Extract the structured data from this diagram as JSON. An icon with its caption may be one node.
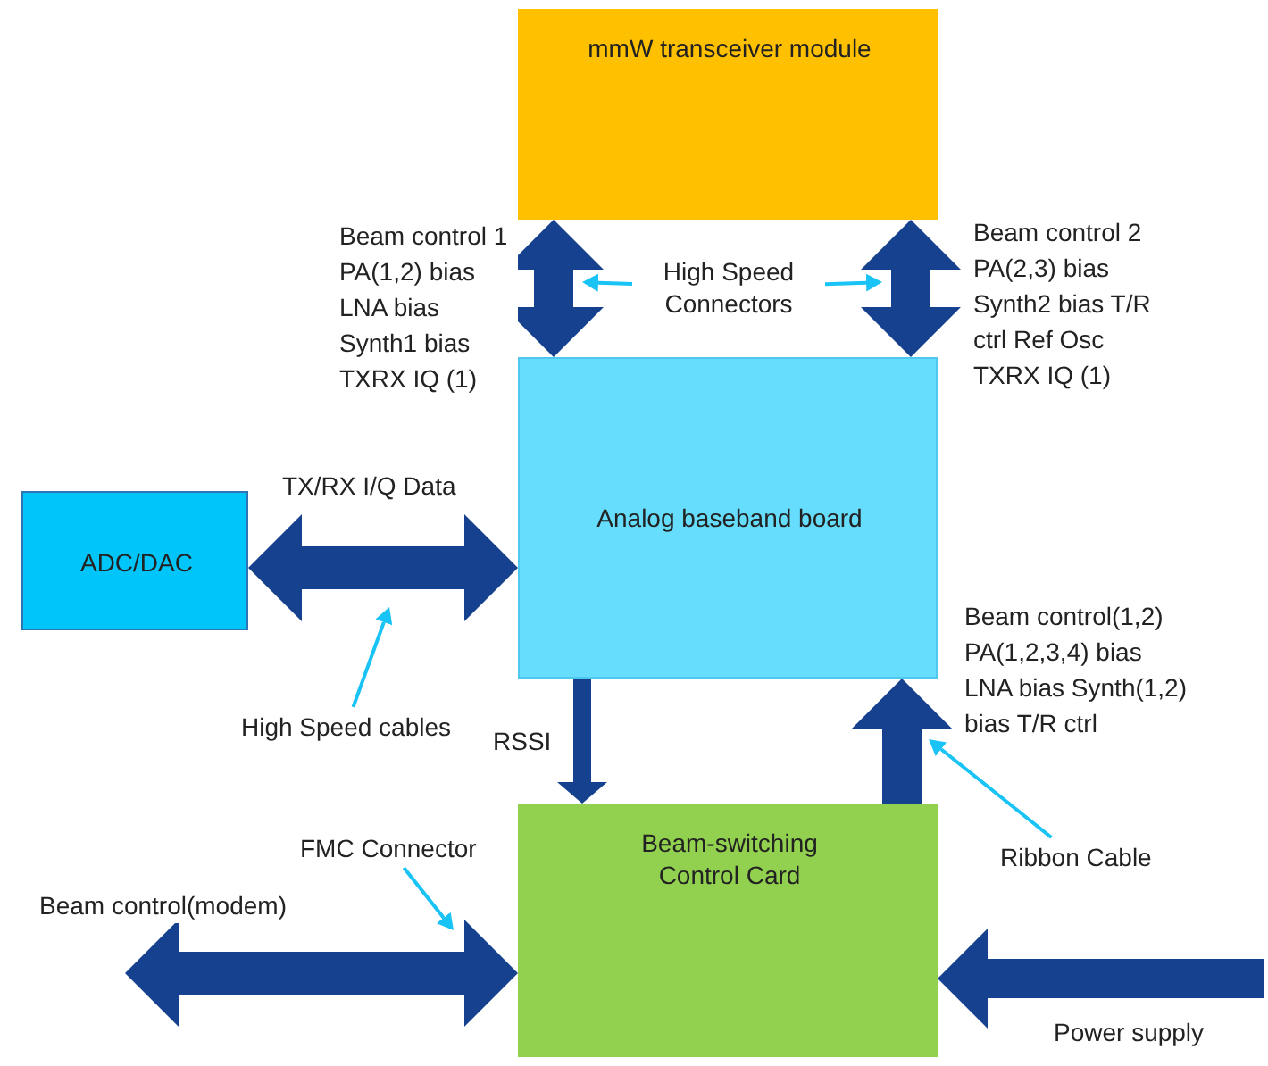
{
  "diagram": {
    "nodes": [
      {
        "text": [
          "mmW transceiver module"
        ]
      },
      {
        "text": [
          "Analog baseband board"
        ]
      },
      {
        "text": [
          "ADC/DAC"
        ]
      },
      {
        "text": [
          "Beam-switching Control Card"
        ]
      },
      {
        "text": [
          "High Speed Connectors"
        ]
      },
      {
        "text": [
          "High Speed cables"
        ]
      },
      {
        "text": [
          "Ribbon Cable"
        ]
      },
      {
        "text": [
          "FMC Connector"
        ]
      }
    ],
    "edges": [
      {
        "from": 0,
        "to": 1,
        "arrow": "both",
        "label": "Beam control 1 PA(1,2) bias LNA bias Synth1 bias TXRX IQ (1)"
      },
      {
        "from": 0,
        "to": 1,
        "arrow": "both",
        "label": "Beam control 2 PA(2,3) bias Synth2 bias T/R ctrl Ref Osc TXRX IQ (1)"
      },
      {
        "from": 2,
        "to": 1,
        "arrow": "both",
        "label": "TX/RX I/Q Data"
      },
      {
        "from": 1,
        "to": 3,
        "arrow": "to",
        "label": "RSSI"
      },
      {
        "from": 3,
        "to": 1,
        "arrow": "to",
        "label": "Beam control(1,2) PA(1,2,3,4) bias LNA bias Synth(1,2) bias T/R ctrl"
      },
      {
        "from": null,
        "to": 3,
        "arrow": "both",
        "label": "Beam control(modem)"
      },
      {
        "from": null,
        "to": 3,
        "arrow": "to",
        "label": "Power supply"
      },
      {
        "from": 4,
        "to": null,
        "arrow": "to",
        "color": "#19c3f5"
      },
      {
        "from": 4,
        "to": null,
        "arrow": "to",
        "color": "#19c3f5"
      },
      {
        "from": 5,
        "to": null,
        "arrow": "to",
        "color": "#19c3f5"
      },
      {
        "from": 6,
        "to": null,
        "arrow": "to",
        "color": "#19c3f5"
      },
      {
        "from": 7,
        "to": null,
        "arrow": "to",
        "color": "#19c3f5"
      }
    ]
  }
}
